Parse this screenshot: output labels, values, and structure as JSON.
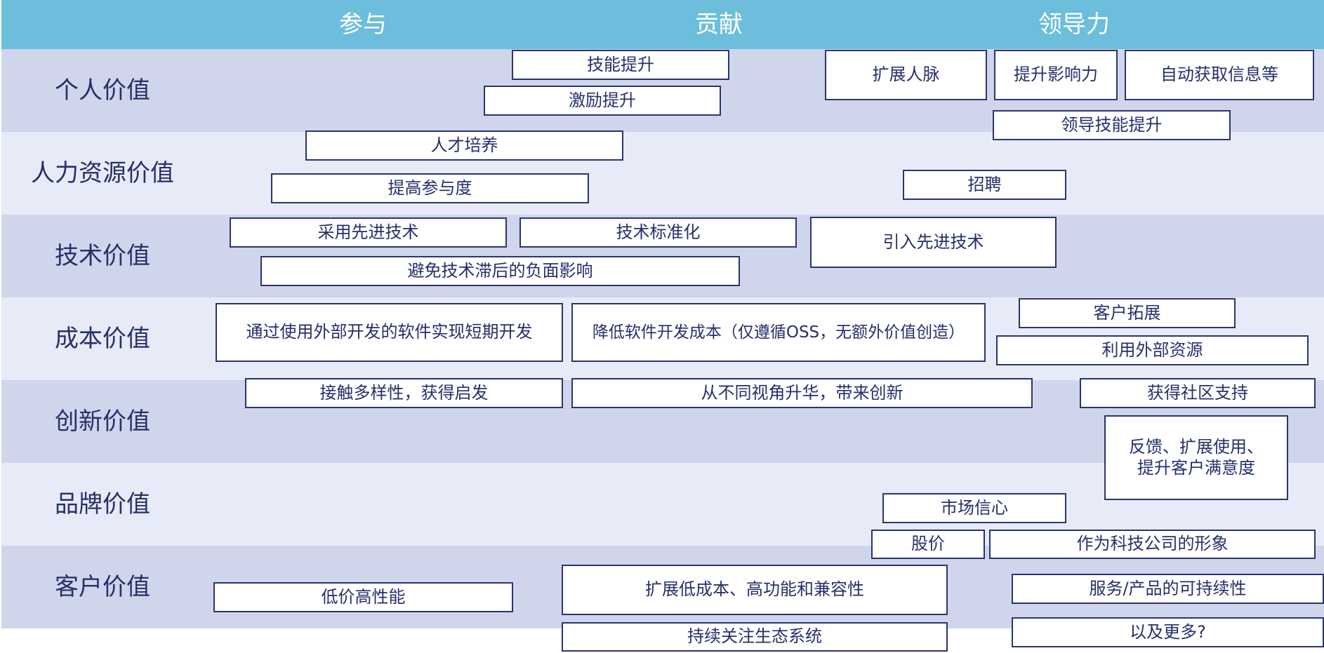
{
  "columns": {
    "participation": "参与",
    "contribution": "贡献",
    "leadership": "领导力"
  },
  "rows": {
    "personal": "个人价值",
    "hr": "人力资源价值",
    "tech": "技术价值",
    "cost": "成本价值",
    "innovation": "创新价值",
    "brand": "品牌价值",
    "customer": "客户价值"
  },
  "boxes": {
    "skill_up": "技能提升",
    "motivation_up": "激励提升",
    "expand_network": "扩展人脉",
    "raise_influence": "提升影响力",
    "auto_info": "自动获取信息等",
    "leadership_skill": "领导技能提升",
    "talent_dev": "人才培养",
    "raise_engagement": "提高参与度",
    "recruit": "招聘",
    "adopt_tech": "采用先进技术",
    "tech_standard": "技术标准化",
    "introduce_tech": "引入先进技术",
    "avoid_lag": "避免技术滞后的负面影响",
    "short_dev": "通过使用外部开发的软件实现短期开发",
    "reduce_cost": "降低软件开发成本（仅遵循OSS，无额外价值创造）",
    "customer_expand": "客户拓展",
    "external_resources": "利用外部资源",
    "diversity": "接触多样性，获得启发",
    "perspective": "从不同视角升华，带来创新",
    "community_support": "获得社区支持",
    "feedback": "反馈、扩展使用、\n提升客户满意度",
    "market_confidence": "市场信心",
    "stock_price": "股价",
    "tech_image": "作为科技公司的形象",
    "low_price": "低价高性能",
    "extend_compat": "扩展低成本、高功能和兼容性",
    "sustainability": "服务/产品的可持续性",
    "ecosystem": "持续关注生态系统",
    "and_more": "以及更多?"
  },
  "colors": {
    "header": "#6cbedc",
    "band_dark": "#cfd6ec",
    "band_light": "#e7ebf7",
    "box_border": "#2b356c",
    "text": "#26306a"
  }
}
